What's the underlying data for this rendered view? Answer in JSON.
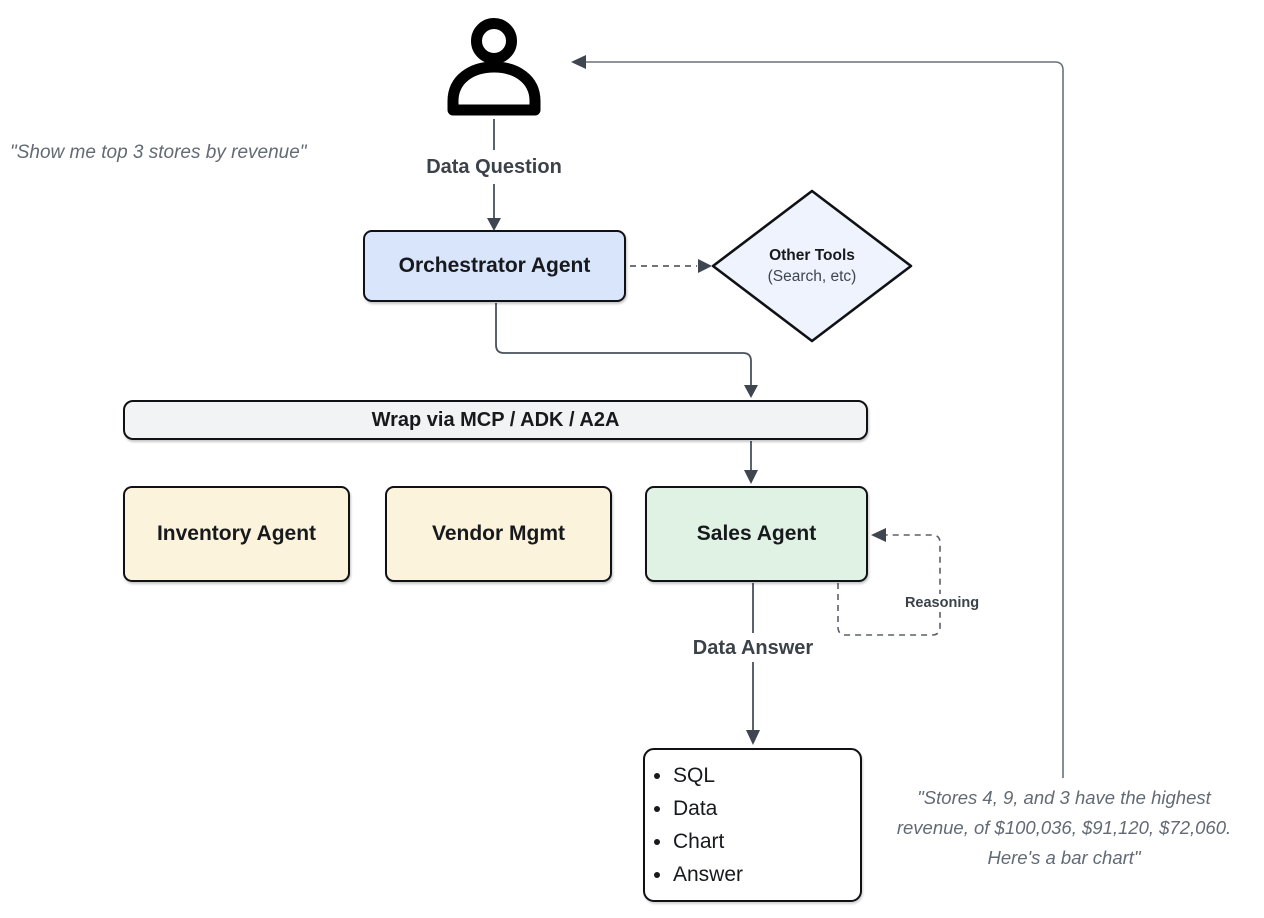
{
  "quotes": {
    "left": "\"Show me top 3 stores by revenue\"",
    "right_lines": {
      "0": "\"Stores 4, 9, and 3 have the highest",
      "1": "revenue, of $100,036, $91,120, $72,060.",
      "2": "Here's a bar chart\""
    }
  },
  "labels": {
    "data_question": "Data Question",
    "data_answer": "Data Answer",
    "reasoning": "Reasoning"
  },
  "nodes": {
    "orchestrator": {
      "label": "Orchestrator Agent",
      "fill": "#d9e5fb"
    },
    "other_tools": {
      "title": "Other Tools",
      "subtitle": "(Search, etc)",
      "fill": "#eef3fd"
    },
    "wrap_bar": {
      "label": "Wrap via MCP / ADK / A2A",
      "fill": "#f2f3f5"
    },
    "inventory": {
      "label": "Inventory Agent",
      "fill": "#fbf3dc"
    },
    "vendor": {
      "label": "Vendor Mgmt",
      "fill": "#fbf3dc"
    },
    "sales": {
      "label": "Sales Agent",
      "fill": "#dff2e3"
    },
    "output": {
      "items": {
        "0": "SQL",
        "1": "Data",
        "2": "Chart",
        "3": "Answer"
      },
      "fill": "#ffffff"
    }
  },
  "colors": {
    "node_border": "#101114",
    "connector": "#4a515b",
    "dashed_connector": "#5a6068",
    "feedback_line": "#6a717b",
    "arrowhead": "#3f4650",
    "label_text": "#3c4249",
    "quote_text": "#626a74",
    "person_icon": "#000000"
  }
}
